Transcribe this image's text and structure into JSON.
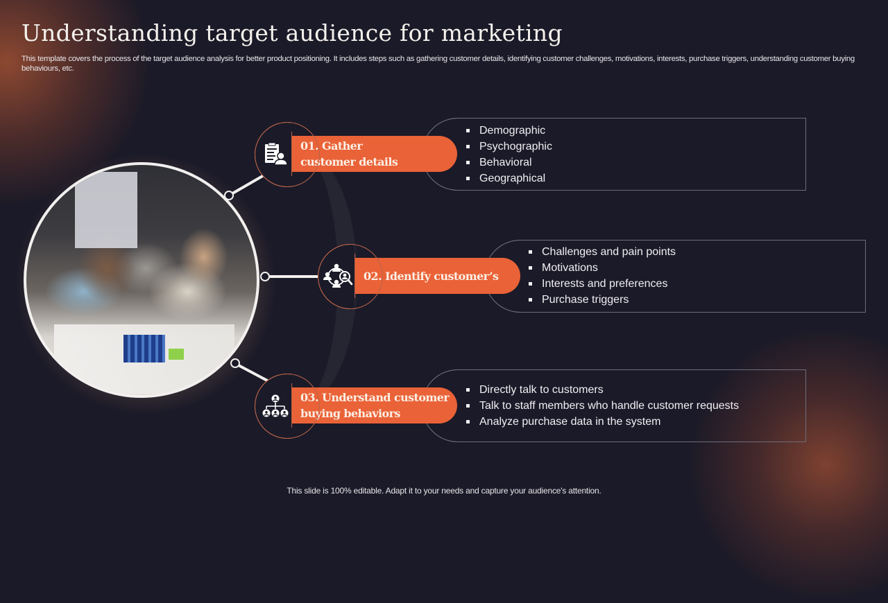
{
  "slide": {
    "title": "Understanding target audience for marketing",
    "subtitle": "This template covers the process of the target audience analysis for better product positioning. It includes steps such as gathering customer details, identifying customer challenges, motivations, interests, purchase triggers, understanding customer buying behaviours, etc.",
    "footer": "This slide is 100% editable. Adapt it to your needs and capture your audience's attention."
  },
  "colors": {
    "background": "#1b1a28",
    "accent": "#ea6237",
    "node_border": "#b9644a",
    "box_border": "#6e6d7c",
    "text": "#f0eff3"
  },
  "photo": {
    "description": "team-meeting-photo"
  },
  "steps": [
    {
      "number": "01.",
      "label": "01. Gather customer details",
      "line1": "01. Gather",
      "line2": "customer details",
      "icon": "customer-profile-document-icon",
      "items": [
        "Demographic",
        "Psychographic",
        "Behavioral",
        "Geographical"
      ]
    },
    {
      "number": "02.",
      "label": "02. Identify customer’s",
      "line1": "02. Identify customer’s",
      "icon": "customer-network-search-icon",
      "items": [
        "Challenges and pain points",
        "Motivations",
        "Interests  and preferences",
        "Purchase triggers"
      ]
    },
    {
      "number": "03.",
      "label": "03. Understand customer buying behaviors",
      "line1": "03. Understand customer",
      "line2": "buying behaviors",
      "icon": "organization-hierarchy-icon",
      "items": [
        "Directly talk to customers",
        "Talk to staff members who handle customer requests",
        "Analyze purchase data in the system"
      ]
    }
  ]
}
